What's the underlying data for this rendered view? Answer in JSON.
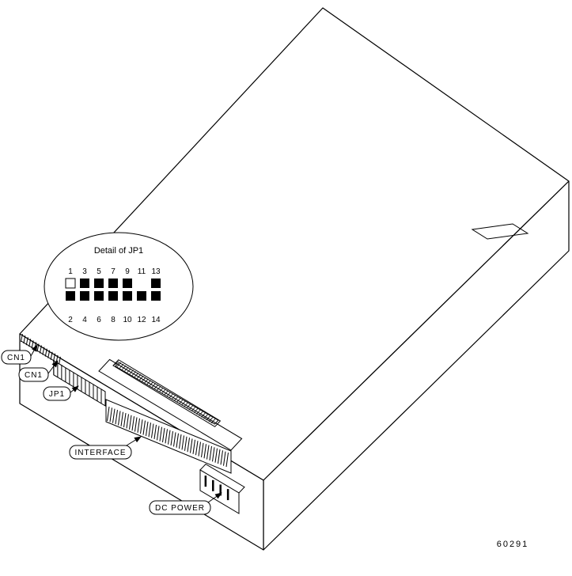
{
  "figure_number": "60291",
  "callouts": {
    "cn1_a": "CN1",
    "cn1_b": "CN1",
    "jp1": "JP1",
    "interface": "INTERFACE",
    "dc_power": "DC POWER"
  },
  "jumper_detail": {
    "title": "Detail of JP1",
    "top_pins": [
      "1",
      "3",
      "5",
      "7",
      "9",
      "11",
      "13"
    ],
    "bottom_pins": [
      "2",
      "4",
      "6",
      "8",
      "10",
      "12",
      "14"
    ],
    "top_states": [
      "open",
      "on",
      "on",
      "on",
      "on",
      "off",
      "on"
    ],
    "bottom_states": [
      "on",
      "on",
      "on",
      "on",
      "on",
      "on",
      "on"
    ]
  },
  "colors": {
    "line": "#000000",
    "background": "#ffffff"
  }
}
